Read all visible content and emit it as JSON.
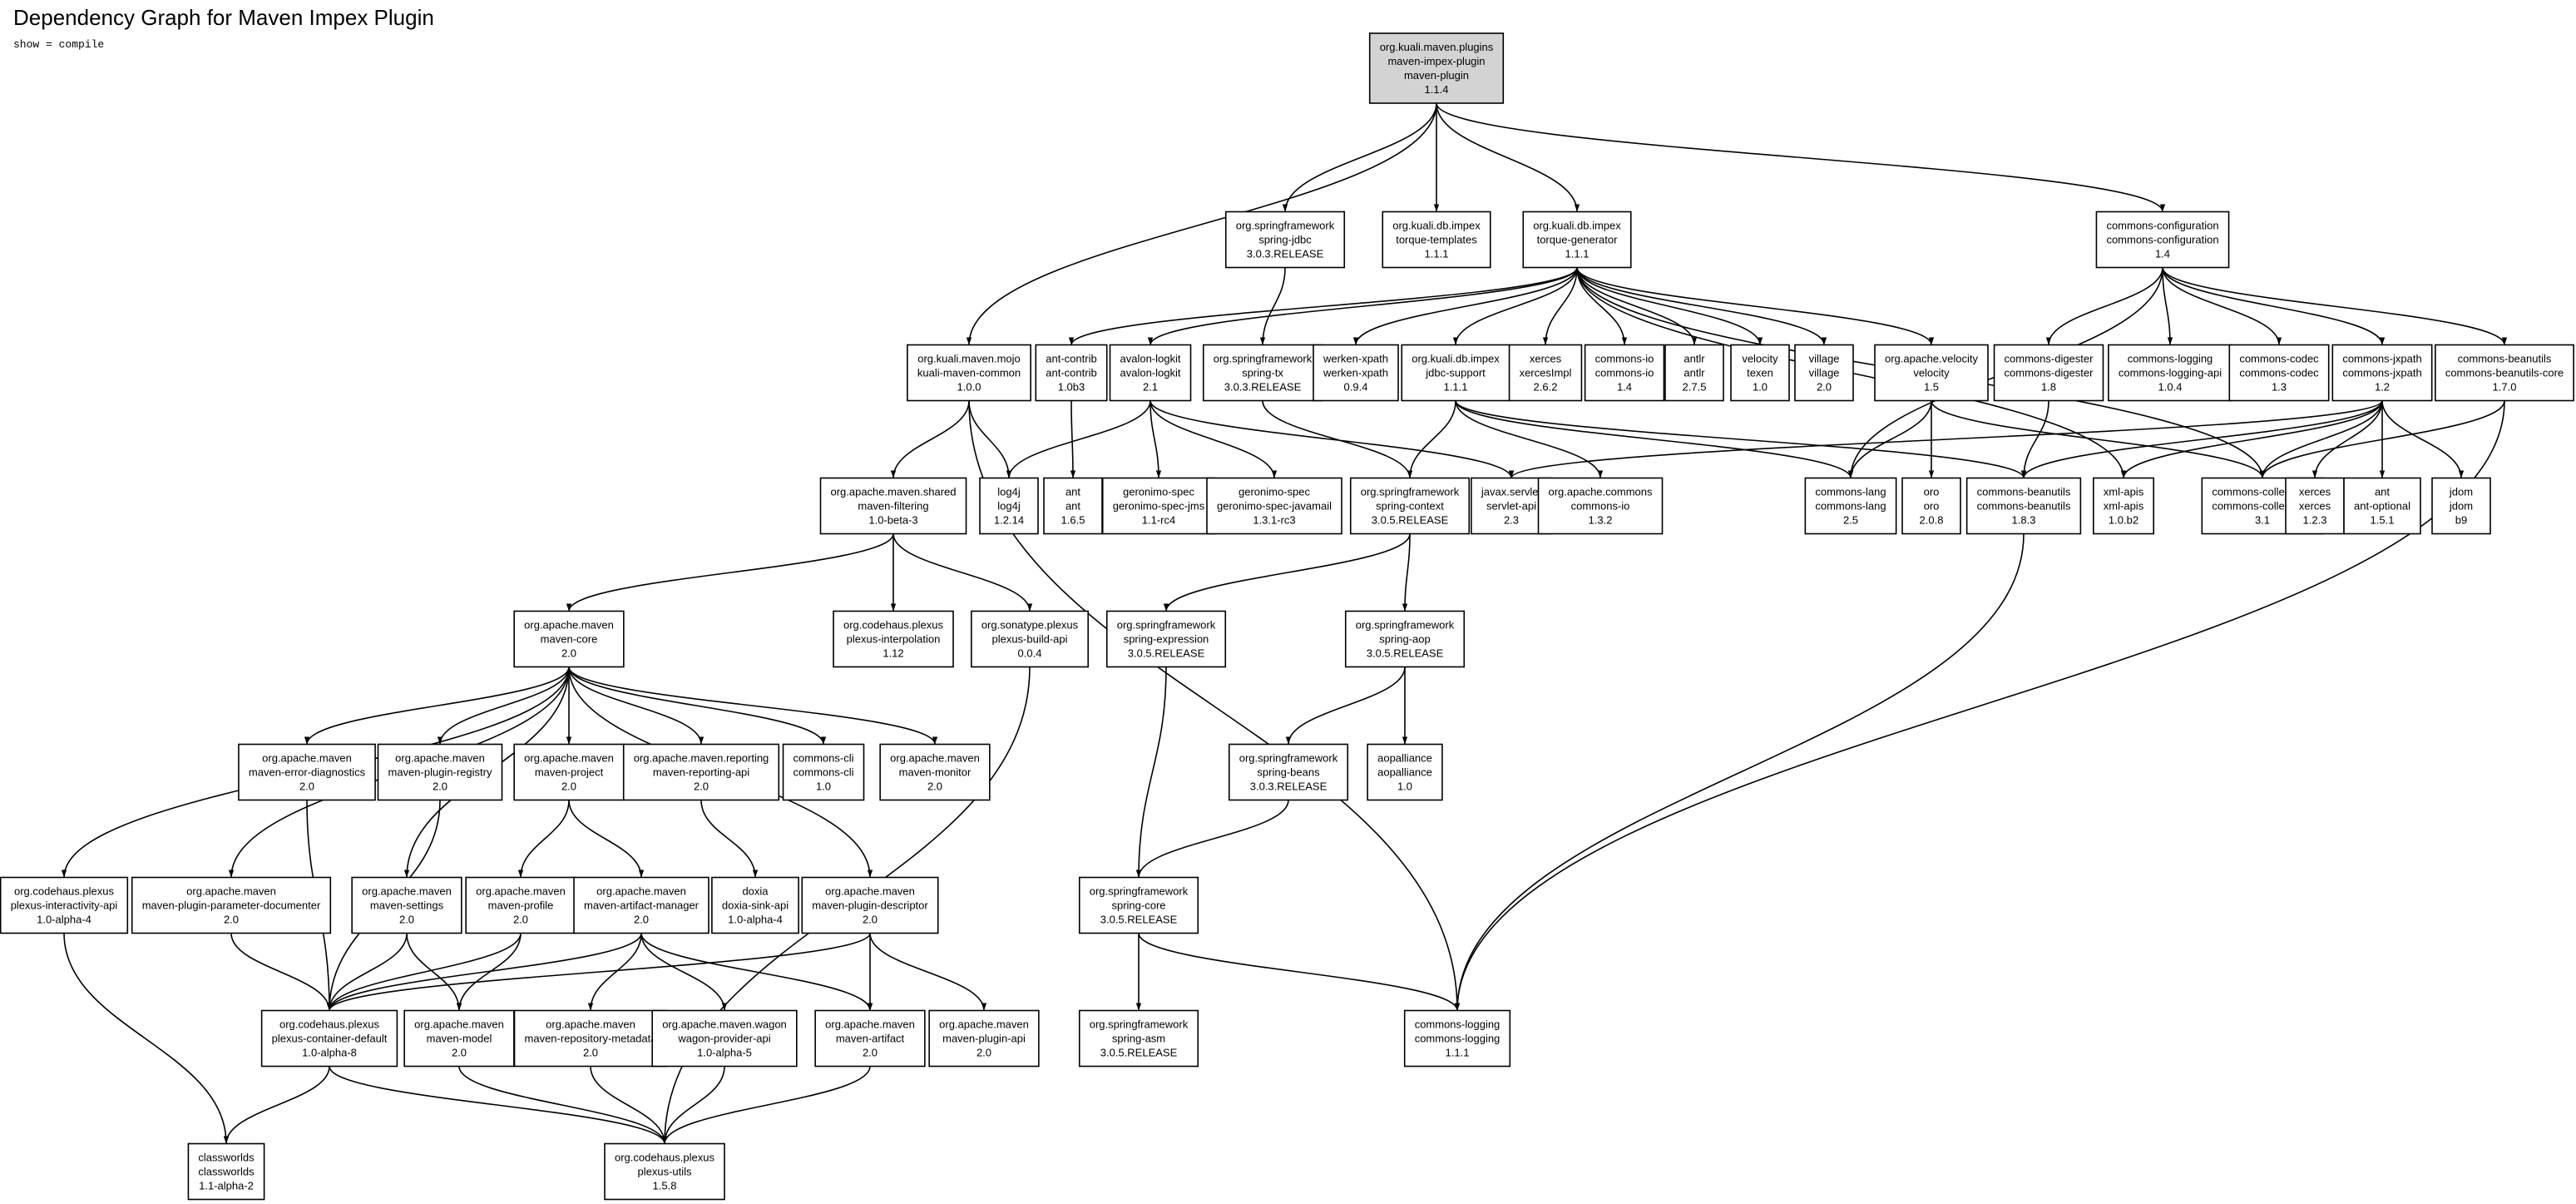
{
  "title": "Dependency Graph for Maven Impex Plugin",
  "subtitle": "show = compile",
  "colors": {
    "root_fill": "#d3d3d3",
    "node_fill": "#ffffff",
    "stroke": "#000000"
  },
  "nodes": [
    {
      "id": "n1",
      "lines": [
        "org.kuali.maven.plugins",
        "maven-impex-plugin",
        "maven-plugin",
        "1.1.4"
      ],
      "root": true
    },
    {
      "id": "n2",
      "lines": [
        "org.springframework",
        "spring-jdbc",
        "3.0.3.RELEASE"
      ]
    },
    {
      "id": "n3",
      "lines": [
        "org.kuali.db.impex",
        "torque-templates",
        "1.1.1"
      ]
    },
    {
      "id": "n4",
      "lines": [
        "org.kuali.db.impex",
        "torque-generator",
        "1.1.1"
      ]
    },
    {
      "id": "n5",
      "lines": [
        "commons-configuration",
        "commons-configuration",
        "1.4"
      ]
    },
    {
      "id": "n6",
      "lines": [
        "org.kuali.maven.mojo",
        "kuali-maven-common",
        "1.0.0"
      ]
    },
    {
      "id": "n7",
      "lines": [
        "ant-contrib",
        "ant-contrib",
        "1.0b3"
      ]
    },
    {
      "id": "n8",
      "lines": [
        "avalon-logkit",
        "avalon-logkit",
        "2.1"
      ]
    },
    {
      "id": "n9",
      "lines": [
        "org.springframework",
        "spring-tx",
        "3.0.3.RELEASE"
      ]
    },
    {
      "id": "n10",
      "lines": [
        "werken-xpath",
        "werken-xpath",
        "0.9.4"
      ]
    },
    {
      "id": "n11",
      "lines": [
        "org.kuali.db.impex",
        "jdbc-support",
        "1.1.1"
      ]
    },
    {
      "id": "n12",
      "lines": [
        "xerces",
        "xercesImpl",
        "2.6.2"
      ]
    },
    {
      "id": "n13",
      "lines": [
        "commons-io",
        "commons-io",
        "1.4"
      ]
    },
    {
      "id": "n14",
      "lines": [
        "antlr",
        "antlr",
        "2.7.5"
      ]
    },
    {
      "id": "n15",
      "lines": [
        "velocity",
        "texen",
        "1.0"
      ]
    },
    {
      "id": "n16",
      "lines": [
        "village",
        "village",
        "2.0"
      ]
    },
    {
      "id": "n17",
      "lines": [
        "org.apache.velocity",
        "velocity",
        "1.5"
      ]
    },
    {
      "id": "n18",
      "lines": [
        "commons-digester",
        "commons-digester",
        "1.8"
      ]
    },
    {
      "id": "n19",
      "lines": [
        "commons-logging",
        "commons-logging-api",
        "1.0.4"
      ]
    },
    {
      "id": "n20",
      "lines": [
        "commons-codec",
        "commons-codec",
        "1.3"
      ]
    },
    {
      "id": "n21",
      "lines": [
        "commons-jxpath",
        "commons-jxpath",
        "1.2"
      ]
    },
    {
      "id": "n22",
      "lines": [
        "commons-beanutils",
        "commons-beanutils-core",
        "1.7.0"
      ]
    },
    {
      "id": "n23",
      "lines": [
        "org.apache.maven.shared",
        "maven-filtering",
        "1.0-beta-3"
      ]
    },
    {
      "id": "n24",
      "lines": [
        "log4j",
        "log4j",
        "1.2.14"
      ]
    },
    {
      "id": "n25",
      "lines": [
        "ant",
        "ant",
        "1.6.5"
      ]
    },
    {
      "id": "n26",
      "lines": [
        "geronimo-spec",
        "geronimo-spec-jms",
        "1.1-rc4"
      ]
    },
    {
      "id": "n27",
      "lines": [
        "geronimo-spec",
        "geronimo-spec-javamail",
        "1.3.1-rc3"
      ]
    },
    {
      "id": "n28",
      "lines": [
        "org.springframework",
        "spring-context",
        "3.0.5.RELEASE"
      ]
    },
    {
      "id": "n29",
      "lines": [
        "javax.servlet",
        "servlet-api",
        "2.3"
      ]
    },
    {
      "id": "n30",
      "lines": [
        "org.apache.commons",
        "commons-io",
        "1.3.2"
      ]
    },
    {
      "id": "n31",
      "lines": [
        "commons-lang",
        "commons-lang",
        "2.5"
      ]
    },
    {
      "id": "n32",
      "lines": [
        "oro",
        "oro",
        "2.0.8"
      ]
    },
    {
      "id": "n33",
      "lines": [
        "commons-beanutils",
        "commons-beanutils",
        "1.8.3"
      ]
    },
    {
      "id": "n34",
      "lines": [
        "xml-apis",
        "xml-apis",
        "1.0.b2"
      ]
    },
    {
      "id": "n35",
      "lines": [
        "commons-collections",
        "commons-collections",
        "3.1"
      ]
    },
    {
      "id": "n36",
      "lines": [
        "xerces",
        "xerces",
        "1.2.3"
      ]
    },
    {
      "id": "n37",
      "lines": [
        "ant",
        "ant-optional",
        "1.5.1"
      ]
    },
    {
      "id": "n38",
      "lines": [
        "jdom",
        "jdom",
        "b9"
      ]
    },
    {
      "id": "n39",
      "lines": [
        "org.apache.maven",
        "maven-core",
        "2.0"
      ]
    },
    {
      "id": "n40",
      "lines": [
        "org.codehaus.plexus",
        "plexus-interpolation",
        "1.12"
      ]
    },
    {
      "id": "n41",
      "lines": [
        "org.sonatype.plexus",
        "plexus-build-api",
        "0.0.4"
      ]
    },
    {
      "id": "n42",
      "lines": [
        "org.springframework",
        "spring-expression",
        "3.0.5.RELEASE"
      ]
    },
    {
      "id": "n43",
      "lines": [
        "org.springframework",
        "spring-aop",
        "3.0.5.RELEASE"
      ]
    },
    {
      "id": "n44",
      "lines": [
        "org.apache.maven",
        "maven-error-diagnostics",
        "2.0"
      ]
    },
    {
      "id": "n45",
      "lines": [
        "org.apache.maven",
        "maven-plugin-registry",
        "2.0"
      ]
    },
    {
      "id": "n46",
      "lines": [
        "org.apache.maven",
        "maven-project",
        "2.0"
      ]
    },
    {
      "id": "n47",
      "lines": [
        "org.apache.maven.reporting",
        "maven-reporting-api",
        "2.0"
      ]
    },
    {
      "id": "n48",
      "lines": [
        "commons-cli",
        "commons-cli",
        "1.0"
      ]
    },
    {
      "id": "n49",
      "lines": [
        "org.apache.maven",
        "maven-monitor",
        "2.0"
      ]
    },
    {
      "id": "n50",
      "lines": [
        "org.springframework",
        "spring-beans",
        "3.0.3.RELEASE"
      ]
    },
    {
      "id": "n51",
      "lines": [
        "aopalliance",
        "aopalliance",
        "1.0"
      ]
    },
    {
      "id": "n52",
      "lines": [
        "org.codehaus.plexus",
        "plexus-interactivity-api",
        "1.0-alpha-4"
      ]
    },
    {
      "id": "n53",
      "lines": [
        "org.apache.maven",
        "maven-plugin-parameter-documenter",
        "2.0"
      ]
    },
    {
      "id": "n54",
      "lines": [
        "org.apache.maven",
        "maven-settings",
        "2.0"
      ]
    },
    {
      "id": "n55",
      "lines": [
        "org.apache.maven",
        "maven-profile",
        "2.0"
      ]
    },
    {
      "id": "n56",
      "lines": [
        "org.apache.maven",
        "maven-artifact-manager",
        "2.0"
      ]
    },
    {
      "id": "n57",
      "lines": [
        "doxia",
        "doxia-sink-api",
        "1.0-alpha-4"
      ]
    },
    {
      "id": "n58",
      "lines": [
        "org.apache.maven",
        "maven-plugin-descriptor",
        "2.0"
      ]
    },
    {
      "id": "n59",
      "lines": [
        "org.springframework",
        "spring-core",
        "3.0.5.RELEASE"
      ]
    },
    {
      "id": "n60",
      "lines": [
        "org.codehaus.plexus",
        "plexus-container-default",
        "1.0-alpha-8"
      ]
    },
    {
      "id": "n61",
      "lines": [
        "org.apache.maven",
        "maven-model",
        "2.0"
      ]
    },
    {
      "id": "n62",
      "lines": [
        "org.apache.maven",
        "maven-repository-metadata",
        "2.0"
      ]
    },
    {
      "id": "n63",
      "lines": [
        "org.apache.maven.wagon",
        "wagon-provider-api",
        "1.0-alpha-5"
      ]
    },
    {
      "id": "n64",
      "lines": [
        "org.apache.maven",
        "maven-artifact",
        "2.0"
      ]
    },
    {
      "id": "n65",
      "lines": [
        "org.apache.maven",
        "maven-plugin-api",
        "2.0"
      ]
    },
    {
      "id": "n66",
      "lines": [
        "org.springframework",
        "spring-asm",
        "3.0.5.RELEASE"
      ]
    },
    {
      "id": "n67",
      "lines": [
        "commons-logging",
        "commons-logging",
        "1.1.1"
      ]
    },
    {
      "id": "n68",
      "lines": [
        "classworlds",
        "classworlds",
        "1.1-alpha-2"
      ]
    },
    {
      "id": "n69",
      "lines": [
        "org.codehaus.plexus",
        "plexus-utils",
        "1.5.8"
      ]
    }
  ],
  "edges": [
    [
      "n1",
      "n6"
    ],
    [
      "n1",
      "n2"
    ],
    [
      "n1",
      "n3"
    ],
    [
      "n1",
      "n4"
    ],
    [
      "n1",
      "n5"
    ],
    [
      "n2",
      "n9"
    ],
    [
      "n4",
      "n7"
    ],
    [
      "n4",
      "n8"
    ],
    [
      "n4",
      "n10"
    ],
    [
      "n4",
      "n11"
    ],
    [
      "n4",
      "n12"
    ],
    [
      "n4",
      "n13"
    ],
    [
      "n4",
      "n14"
    ],
    [
      "n4",
      "n15"
    ],
    [
      "n4",
      "n16"
    ],
    [
      "n4",
      "n17"
    ],
    [
      "n4",
      "n34"
    ],
    [
      "n4",
      "n35"
    ],
    [
      "n5",
      "n18"
    ],
    [
      "n5",
      "n19"
    ],
    [
      "n5",
      "n20"
    ],
    [
      "n5",
      "n21"
    ],
    [
      "n5",
      "n22"
    ],
    [
      "n5",
      "n31"
    ],
    [
      "n6",
      "n23"
    ],
    [
      "n6",
      "n24"
    ],
    [
      "n6",
      "n67"
    ],
    [
      "n7",
      "n25"
    ],
    [
      "n8",
      "n24"
    ],
    [
      "n8",
      "n26"
    ],
    [
      "n8",
      "n27"
    ],
    [
      "n8",
      "n29"
    ],
    [
      "n9",
      "n28"
    ],
    [
      "n11",
      "n28"
    ],
    [
      "n11",
      "n30"
    ],
    [
      "n11",
      "n31"
    ],
    [
      "n11",
      "n33"
    ],
    [
      "n17",
      "n31"
    ],
    [
      "n17",
      "n32"
    ],
    [
      "n17",
      "n35"
    ],
    [
      "n18",
      "n33"
    ],
    [
      "n21",
      "n29"
    ],
    [
      "n21",
      "n33"
    ],
    [
      "n21",
      "n34"
    ],
    [
      "n21",
      "n35"
    ],
    [
      "n21",
      "n36"
    ],
    [
      "n21",
      "n37"
    ],
    [
      "n21",
      "n38"
    ],
    [
      "n22",
      "n35"
    ],
    [
      "n22",
      "n67"
    ],
    [
      "n23",
      "n39"
    ],
    [
      "n23",
      "n40"
    ],
    [
      "n23",
      "n41"
    ],
    [
      "n28",
      "n42"
    ],
    [
      "n28",
      "n43"
    ],
    [
      "n33",
      "n67"
    ],
    [
      "n39",
      "n44"
    ],
    [
      "n39",
      "n45"
    ],
    [
      "n39",
      "n46"
    ],
    [
      "n39",
      "n47"
    ],
    [
      "n39",
      "n48"
    ],
    [
      "n39",
      "n49"
    ],
    [
      "n39",
      "n52"
    ],
    [
      "n39",
      "n53"
    ],
    [
      "n39",
      "n54"
    ],
    [
      "n39",
      "n58"
    ],
    [
      "n41",
      "n69"
    ],
    [
      "n42",
      "n59"
    ],
    [
      "n43",
      "n50"
    ],
    [
      "n43",
      "n51"
    ],
    [
      "n44",
      "n60"
    ],
    [
      "n45",
      "n60"
    ],
    [
      "n46",
      "n55"
    ],
    [
      "n46",
      "n56"
    ],
    [
      "n47",
      "n57"
    ],
    [
      "n50",
      "n59"
    ],
    [
      "n52",
      "n68"
    ],
    [
      "n53",
      "n60"
    ],
    [
      "n54",
      "n60"
    ],
    [
      "n54",
      "n61"
    ],
    [
      "n55",
      "n60"
    ],
    [
      "n55",
      "n61"
    ],
    [
      "n56",
      "n60"
    ],
    [
      "n56",
      "n62"
    ],
    [
      "n56",
      "n63"
    ],
    [
      "n56",
      "n64"
    ],
    [
      "n58",
      "n60"
    ],
    [
      "n58",
      "n64"
    ],
    [
      "n58",
      "n65"
    ],
    [
      "n59",
      "n66"
    ],
    [
      "n59",
      "n67"
    ],
    [
      "n60",
      "n68"
    ],
    [
      "n60",
      "n69"
    ],
    [
      "n61",
      "n69"
    ],
    [
      "n62",
      "n69"
    ],
    [
      "n63",
      "n69"
    ],
    [
      "n64",
      "n69"
    ]
  ]
}
